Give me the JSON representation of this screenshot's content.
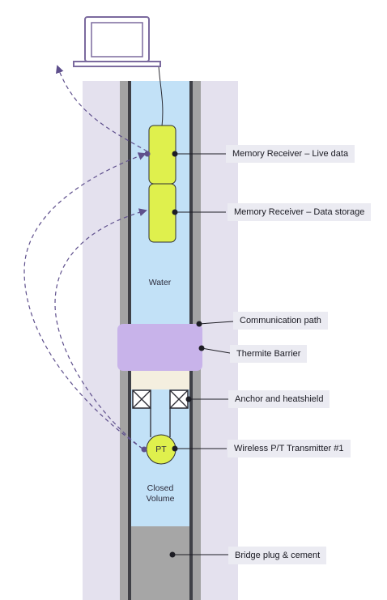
{
  "labels": {
    "memory_live": "Memory Receiver – Live data",
    "memory_storage": "Memory Receiver – Data storage",
    "communication_path": "Communication path",
    "thermite_barrier": "Thermite Barrier",
    "anchor_heatshield": "Anchor and heatshield",
    "wireless_transmitter": "Wireless P/T Transmitter #1",
    "bridge_plug": "Bridge plug & cement"
  },
  "inner_text": {
    "water": "Water",
    "pt": "PT",
    "closed_line1": "Closed",
    "closed_line2": "Volume"
  },
  "colors": {
    "formation": "#e4e1ee",
    "casing": "#a3a3a3",
    "casing_edge": "#3f4046",
    "water": "#c2e1f7",
    "receiver": "#dff04d",
    "thermite": "#c8b3ea",
    "heatshield": "#f4efdf",
    "cement": "#a6a6a6",
    "signal": "#5e4f8c"
  },
  "icons": [
    "laptop-icon",
    "anchor-cross-icon"
  ]
}
